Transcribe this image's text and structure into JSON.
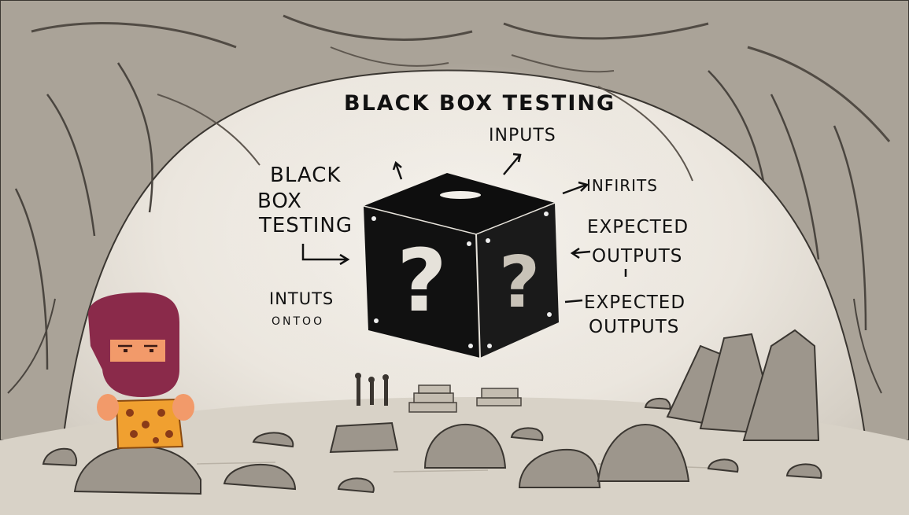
{
  "diagram": {
    "title": "BLACK BOX TESTING",
    "left_label": {
      "line1": "BLACK",
      "line2": "BOX",
      "line3": "TESTING"
    },
    "top_label": "INPUTS",
    "left_lower": {
      "line1": "INTUTS",
      "line2": "ONTOO"
    },
    "right_labels": {
      "infirits": "INFIRITS",
      "expected_1": "EXPECTED",
      "outputs_1": "OUTPUTS",
      "expected_2": "EXPECTED",
      "outputs_2": "OUTPUTS"
    },
    "box_glyph": "?"
  },
  "colors": {
    "box": "#0e0e0e",
    "question_mark": "#d9d4cb",
    "rock": "#9d968c",
    "character_hair": "#8a2a4a",
    "character_skin": "#f29a6a",
    "tunic": "#f0a030"
  }
}
